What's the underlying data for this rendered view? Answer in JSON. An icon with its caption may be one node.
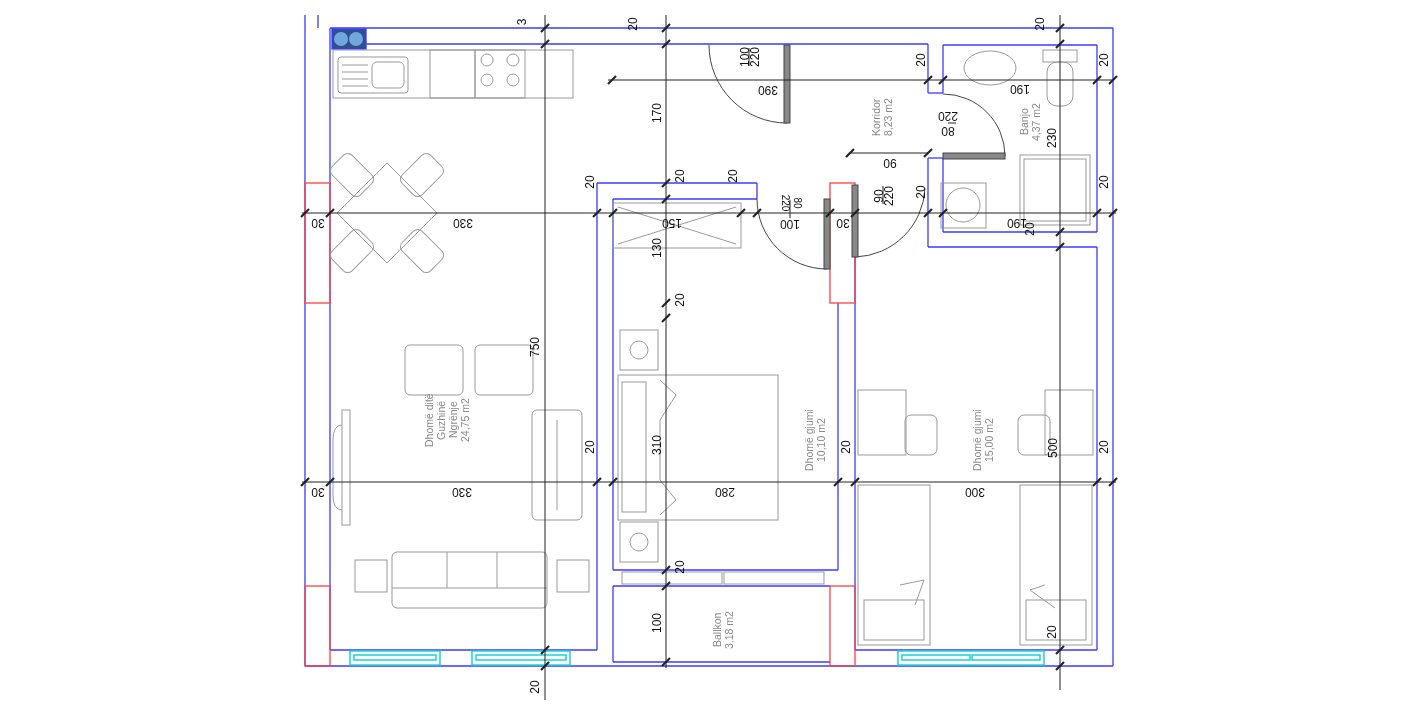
{
  "diagram": {
    "labels": [
      "3",
      "20",
      "20",
      "100",
      "220",
      "20",
      "20",
      "390",
      "190",
      "170",
      "Korridor 8,23 m2",
      "220",
      "80",
      "Banjo 4,37 m2",
      "230",
      "90",
      "20",
      "20",
      "20",
      "220",
      "80",
      "90",
      "220",
      "20",
      "20",
      "30",
      "330",
      "150",
      "100",
      "30",
      "190",
      "20",
      "130",
      "20",
      "750",
      "Dhomë ditë Guzhinë Ngrënje 24,75 m2",
      "20",
      "310",
      "Dhomë gjumi 10,10 m2",
      "20",
      "Dhomë gjumi 15,00 m2",
      "500",
      "20",
      "30",
      "330",
      "280",
      "300",
      "20",
      "100",
      "Ballkon 3,18 m2",
      "20",
      "20"
    ]
  }
}
